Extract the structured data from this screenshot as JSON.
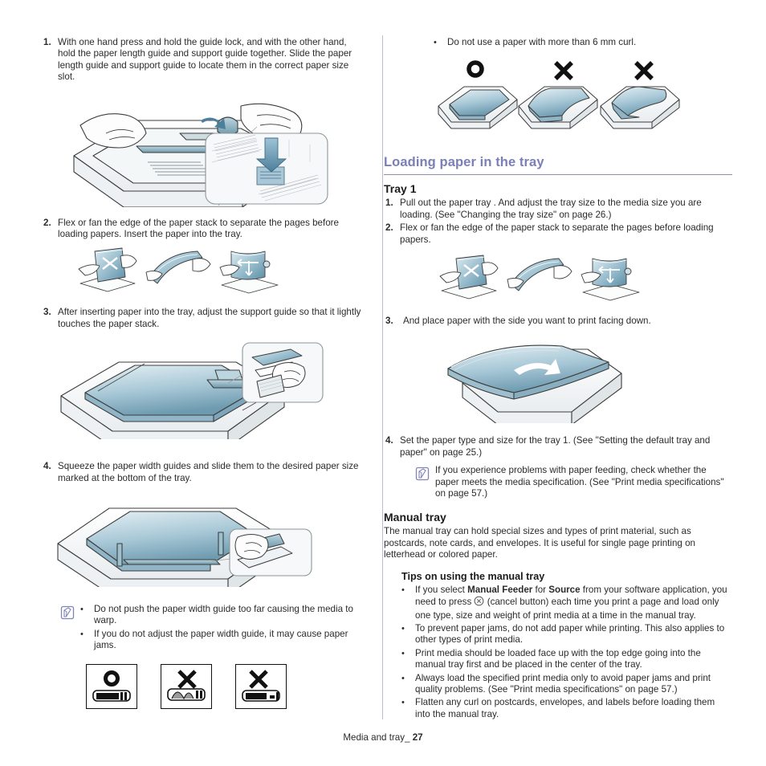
{
  "document": {
    "footer_label": "Media and tray_",
    "page_number": "27"
  },
  "colors": {
    "heading_purple": "#7b7fb8",
    "rule": "#8d8fae",
    "paper_blue_light": "#cfe0e8",
    "paper_blue_dark": "#5a8ca3",
    "line_art": "#3a3a3a",
    "body_text": "#2b2b2b"
  },
  "left_column": {
    "steps": [
      {
        "number": "1.",
        "text": "With one hand press and hold the guide lock, and with the other hand, hold the paper length guide and support guide together. Slide the paper length guide and support guide to locate them in the correct paper size slot."
      },
      {
        "number": "2.",
        "text": "Flex or fan the edge of the paper stack to separate the pages before loading papers. Insert the paper into the tray."
      },
      {
        "number": "3.",
        "text": "After inserting paper into the tray, adjust the support guide so that it lightly touches the paper stack."
      },
      {
        "number": "4.",
        "text": "Squeeze the paper width guides and slide them to the desired paper size marked at the bottom of the tray."
      }
    ],
    "illustrations": [
      {
        "name": "tray-guide-lock-illustration",
        "caption": ""
      },
      {
        "name": "flex-fan-paper-illustration",
        "caption": ""
      },
      {
        "name": "support-guide-adjust-illustration",
        "caption": ""
      },
      {
        "name": "paper-width-guide-illustration",
        "caption": ""
      }
    ],
    "note": {
      "icon": "note-pencil-icon",
      "bullets": [
        "Do not push the paper width guide too far causing the media to warp.",
        "If you do not adjust the paper width guide, it may cause paper jams."
      ]
    },
    "icon_boxes": [
      {
        "name": "correct-width-guide-icon",
        "mark": "O",
        "mark_type": "circle"
      },
      {
        "name": "incorrect-width-guide-icon-1",
        "mark": "X",
        "mark_type": "cross"
      },
      {
        "name": "incorrect-width-guide-icon-2",
        "mark": "X",
        "mark_type": "cross"
      }
    ]
  },
  "right_column": {
    "top_bullet": "Do not use a paper with more than 6 mm curl.",
    "curl_examples": [
      {
        "name": "flat-paper-tray-ok",
        "mark": "O",
        "mark_type": "circle"
      },
      {
        "name": "curled-paper-tray-bad-1",
        "mark": "X",
        "mark_type": "cross"
      },
      {
        "name": "curled-paper-tray-bad-2",
        "mark": "X",
        "mark_type": "cross"
      }
    ],
    "section_heading": "Loading paper in the tray",
    "tray1": {
      "heading": "Tray 1",
      "steps": [
        {
          "number": "1.",
          "text": "Pull out the paper tray . And adjust the tray size to the media size you are loading. (See \"Changing the tray size\" on page 26.)"
        },
        {
          "number": "2.",
          "text": "Flex or fan the edge of the paper stack to separate the pages before loading papers."
        },
        {
          "number": "3.",
          "text": "And place paper with the side you want to print facing down."
        },
        {
          "number": "4.",
          "text": "Set the paper type and size for the tray 1. (See \"Setting the default tray and paper\" on page 25.)"
        }
      ],
      "note": {
        "icon": "note-pencil-icon",
        "text": "If you experience problems with paper feeding, check whether the paper meets the media specification. (See \"Print media specifications\" on page 57.)"
      },
      "illustrations": [
        {
          "name": "flex-fan-paper-illustration-right",
          "caption": ""
        },
        {
          "name": "tray-paper-facing-down-illustration",
          "caption": ""
        }
      ]
    },
    "manual_tray": {
      "heading": "Manual tray",
      "paragraph": "The manual tray can hold special sizes and types of print material, such as postcards, note cards, and envelopes. It is useful for single page printing on letterhead or colored paper.",
      "tips_heading": "Tips on using the manual tray",
      "tips": [
        {
          "parts": [
            {
              "type": "text",
              "value": "If you select "
            },
            {
              "type": "bold",
              "value": "Manual Feeder"
            },
            {
              "type": "text",
              "value": " for "
            },
            {
              "type": "bold",
              "value": "Source"
            },
            {
              "type": "text",
              "value": " from your software application, you need to press "
            },
            {
              "type": "icon",
              "value": "cancel-button-icon"
            },
            {
              "type": "text",
              "value": " (cancel button) each time you print a page and load only one type, size and weight of print media at a time in the manual tray."
            }
          ]
        },
        {
          "parts": [
            {
              "type": "text",
              "value": "To prevent paper jams, do not add paper while printing. This also applies to other types of print media."
            }
          ]
        },
        {
          "parts": [
            {
              "type": "text",
              "value": "Print media should be loaded face up with the top edge going into the manual tray first and be placed in the center of the tray."
            }
          ]
        },
        {
          "parts": [
            {
              "type": "text",
              "value": "Always load the specified print media only to avoid paper jams and print quality problems. (See \"Print media specifications\" on page 57.)"
            }
          ]
        },
        {
          "parts": [
            {
              "type": "text",
              "value": "Flatten any curl on postcards, envelopes, and labels before loading them into the manual tray."
            }
          ]
        }
      ]
    }
  }
}
